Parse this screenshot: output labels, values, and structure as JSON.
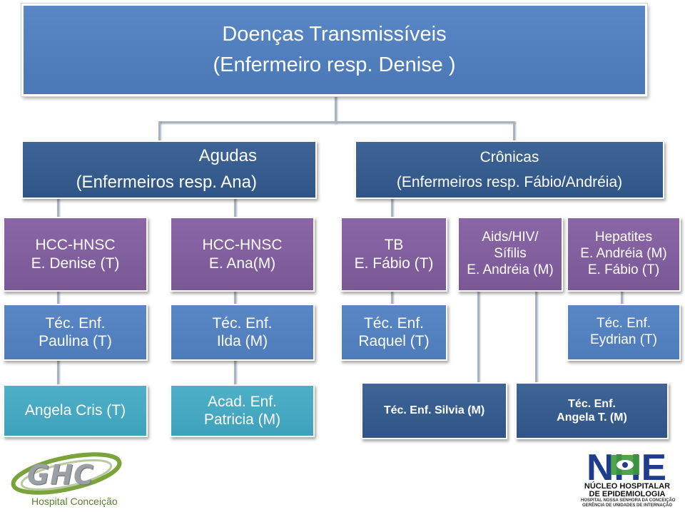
{
  "colors": {
    "top": "#5a87c6",
    "level2": "#3f6598",
    "purple": "#8a66a6",
    "blue": "#5a87c6",
    "teal": "#4fb0c8",
    "connector": "#a9b4c2"
  },
  "top": {
    "line1": "Doenças Transmissíveis",
    "line2": "(Enfermeiro resp. Denise )"
  },
  "agudas": {
    "line1": "Agudas",
    "line2": "(Enfermeiros resp. Ana)"
  },
  "cronicas": {
    "line1": "Crônicas",
    "line2": "(Enfermeiros resp. Fábio/Andréia)"
  },
  "units": [
    {
      "lines": [
        "HCC-HNSC",
        "E. Denise (T)"
      ]
    },
    {
      "lines": [
        "HCC-HNSC",
        "E. Ana(M)"
      ]
    },
    {
      "lines": [
        "TB",
        "E. Fábio (T)"
      ]
    },
    {
      "lines": [
        "Aids/HIV/",
        "Sífilis",
        "E. Andréia (M)"
      ]
    },
    {
      "lines": [
        "Hepatites",
        "E. Andréia (M)",
        "E. Fábio (T)"
      ]
    }
  ],
  "techs": [
    {
      "lines": [
        "Téc. Enf.",
        "Paulina (T)"
      ]
    },
    {
      "lines": [
        "Téc. Enf.",
        "Ilda (M)"
      ]
    },
    {
      "lines": [
        "Téc. Enf.",
        "Raquel (T)"
      ]
    },
    {
      "lines": [
        "Téc. Enf.",
        "Eydrian (T)"
      ]
    }
  ],
  "bottom": [
    {
      "lines": [
        "Angela Cris (T)"
      ]
    },
    {
      "lines": [
        "Acad. Enf.",
        "Patricia (M)"
      ]
    },
    {
      "lines": [
        "Téc. Enf. Silvia (M)"
      ]
    },
    {
      "lines": [
        "Téc. Enf.",
        "Angela T. (M)"
      ]
    }
  ],
  "logos": {
    "ghc": {
      "brand": "GHC",
      "caption": "Hospital Conceição"
    },
    "nhe": {
      "letters": "NHE",
      "line1": "NÚCLEO HOSPITALAR",
      "line2": "DE EPIDEMIOLOGIA",
      "line3": "HOSPITAL NOSSA SENHORA DA CONCEIÇÃO",
      "line4": "GERÊNCIA DE UNIDADES DE INTERNAÇÃO"
    }
  }
}
